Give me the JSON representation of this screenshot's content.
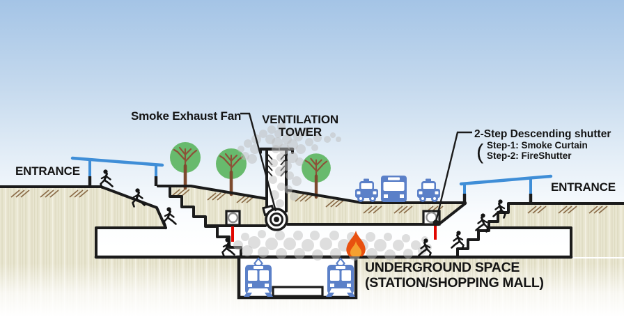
{
  "labels": {
    "smoke_exhaust_fan": "Smoke Exhaust Fan",
    "ventilation_tower_1": "VENTILATION",
    "ventilation_tower_2": "TOWER",
    "shutter_title": "2-Step Descending shutter",
    "shutter_paren": "(",
    "shutter_step1": "Step-1: Smoke Curtain",
    "shutter_step2": "Step-2: FireShutter",
    "entrance_left": "ENTRANCE",
    "entrance_right": "ENTRANCE",
    "underground_1": "UNDERGROUND SPACE",
    "underground_2": "(STATION/SHOPPING MALL)"
  },
  "colors": {
    "line": "#1b1b1b",
    "ground": "#e9e6d1",
    "canopy_blue": "#3f8ed7",
    "vehicle_blue": "#5b80c8",
    "tree_green": "#68ba6d",
    "trunk_brown": "#7d4a2e",
    "branch_brown": "#8d5138",
    "smoke_gray": "#bdbdbd",
    "fire_outer": "#e8500f",
    "fire_inner": "#f5a030",
    "shutter_red": "#e10600",
    "hatch_brown": "#8a6b47",
    "text": "#141414"
  },
  "scene": {
    "trees": 3,
    "runners": 8,
    "vehicles": [
      "taxi",
      "bus",
      "taxi"
    ],
    "trains": 2,
    "smoke_curtains": 2
  }
}
